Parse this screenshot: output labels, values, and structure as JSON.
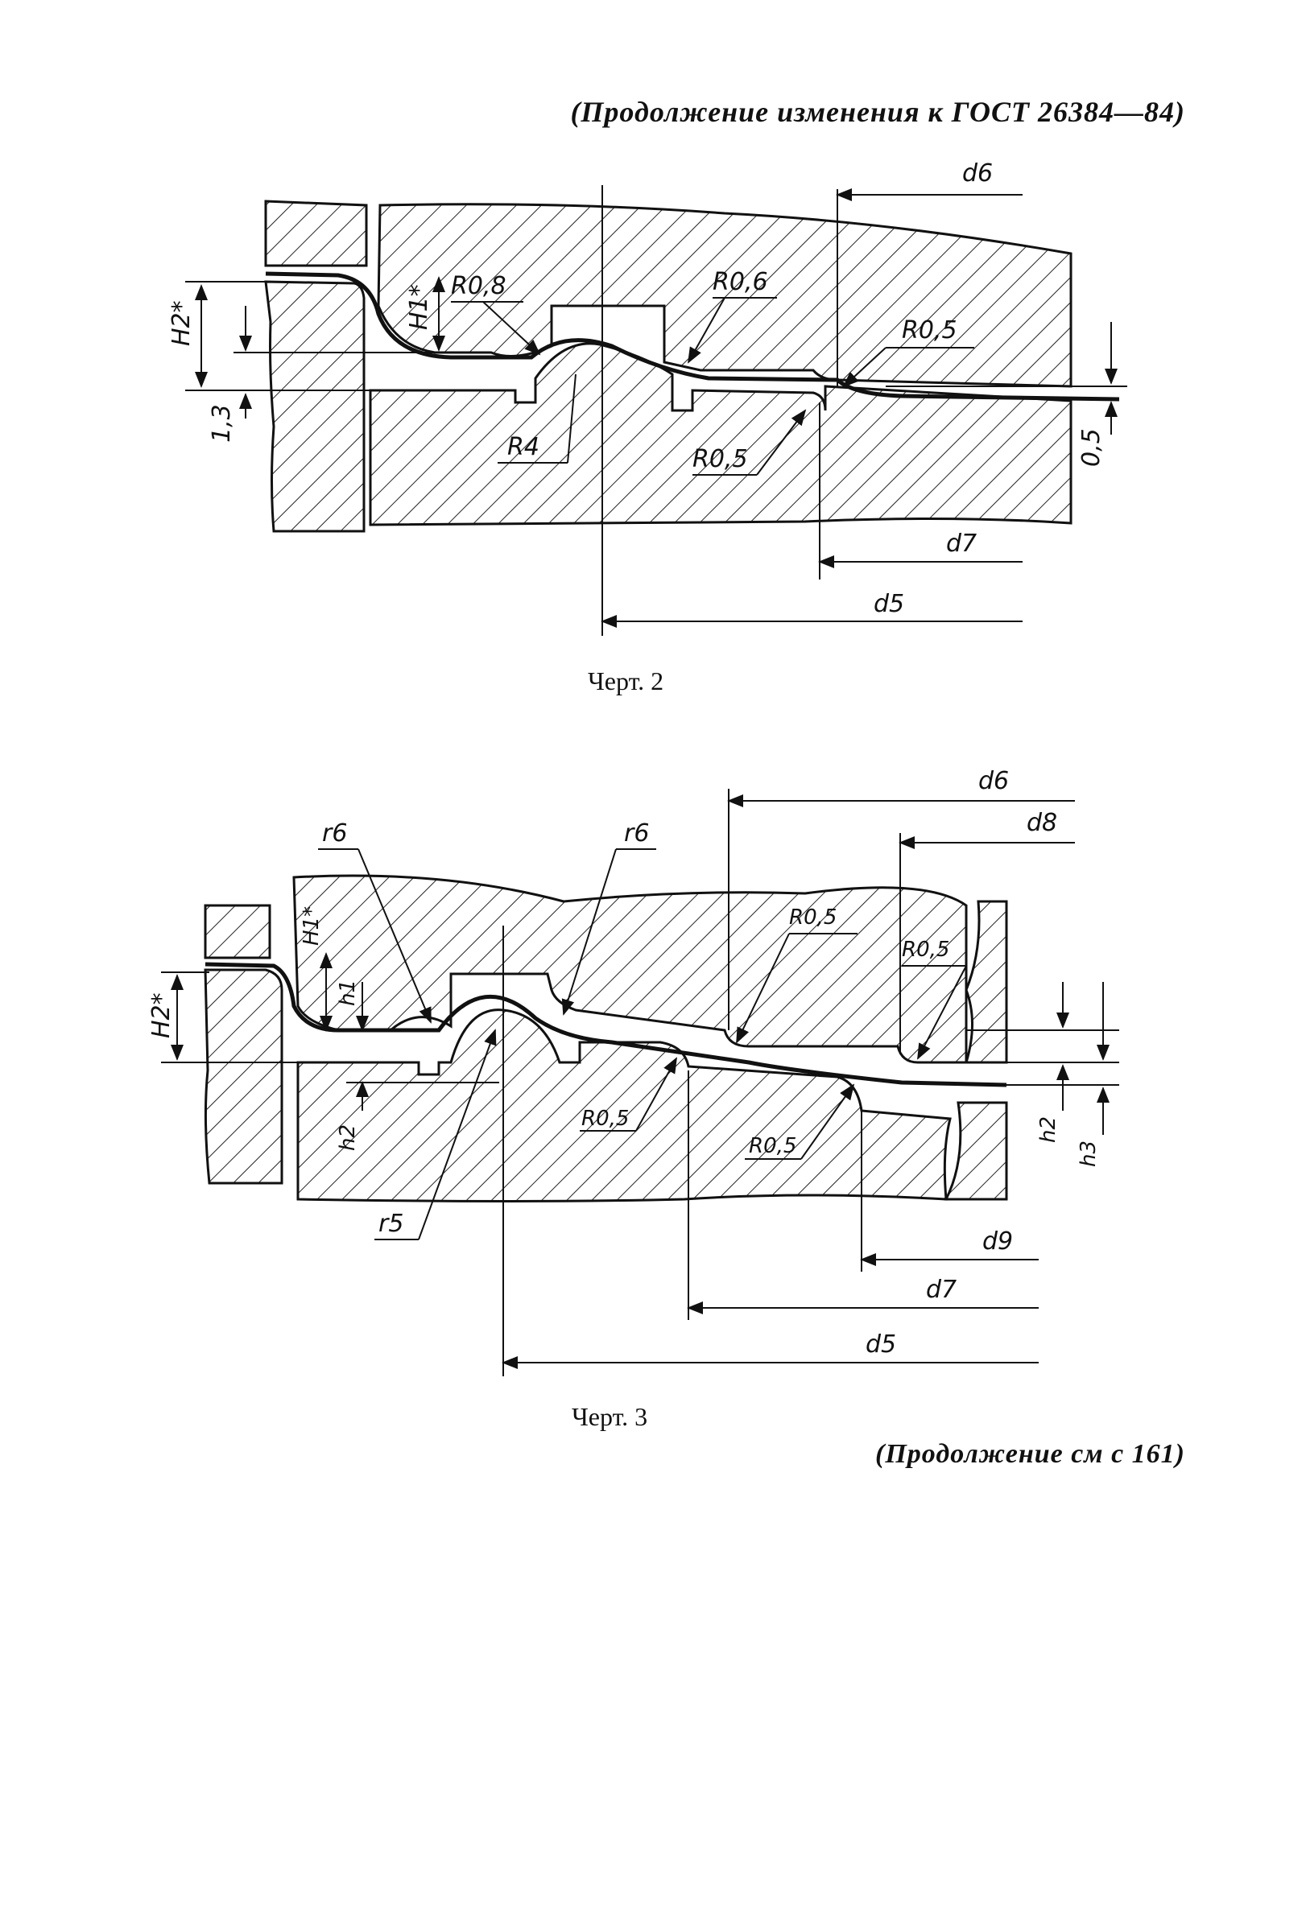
{
  "header": "(Продолжение изменения к ГОСТ 26384—84)",
  "figure2": {
    "caption": "Черт. 2",
    "labels": {
      "d6": "d6",
      "d7": "d7",
      "d5": "d5",
      "r08": "R0,8",
      "r06": "R0,6",
      "r05_top": "R0,5",
      "r05_bot": "R0,5",
      "r4": "R4",
      "h2": "H2*",
      "h1": "H1*",
      "dim13": "1,3",
      "dim05": "0,5"
    }
  },
  "figure3": {
    "caption": "Черт. 3",
    "labels": {
      "d6": "d6",
      "d8": "d8",
      "d9": "d9",
      "d7": "d7",
      "d5": "d5",
      "r6a": "r6",
      "r6b": "r6",
      "r5": "r5",
      "r05a": "R0,5",
      "r05b": "R0,5",
      "r05c": "R0,5",
      "r05d": "R0,5",
      "H2": "H2*",
      "H1": "H1*",
      "h1": "h1",
      "h2": "h2",
      "h3": "h3",
      "hl2": "h2"
    }
  },
  "footer": "(Продолжение см с 161)"
}
